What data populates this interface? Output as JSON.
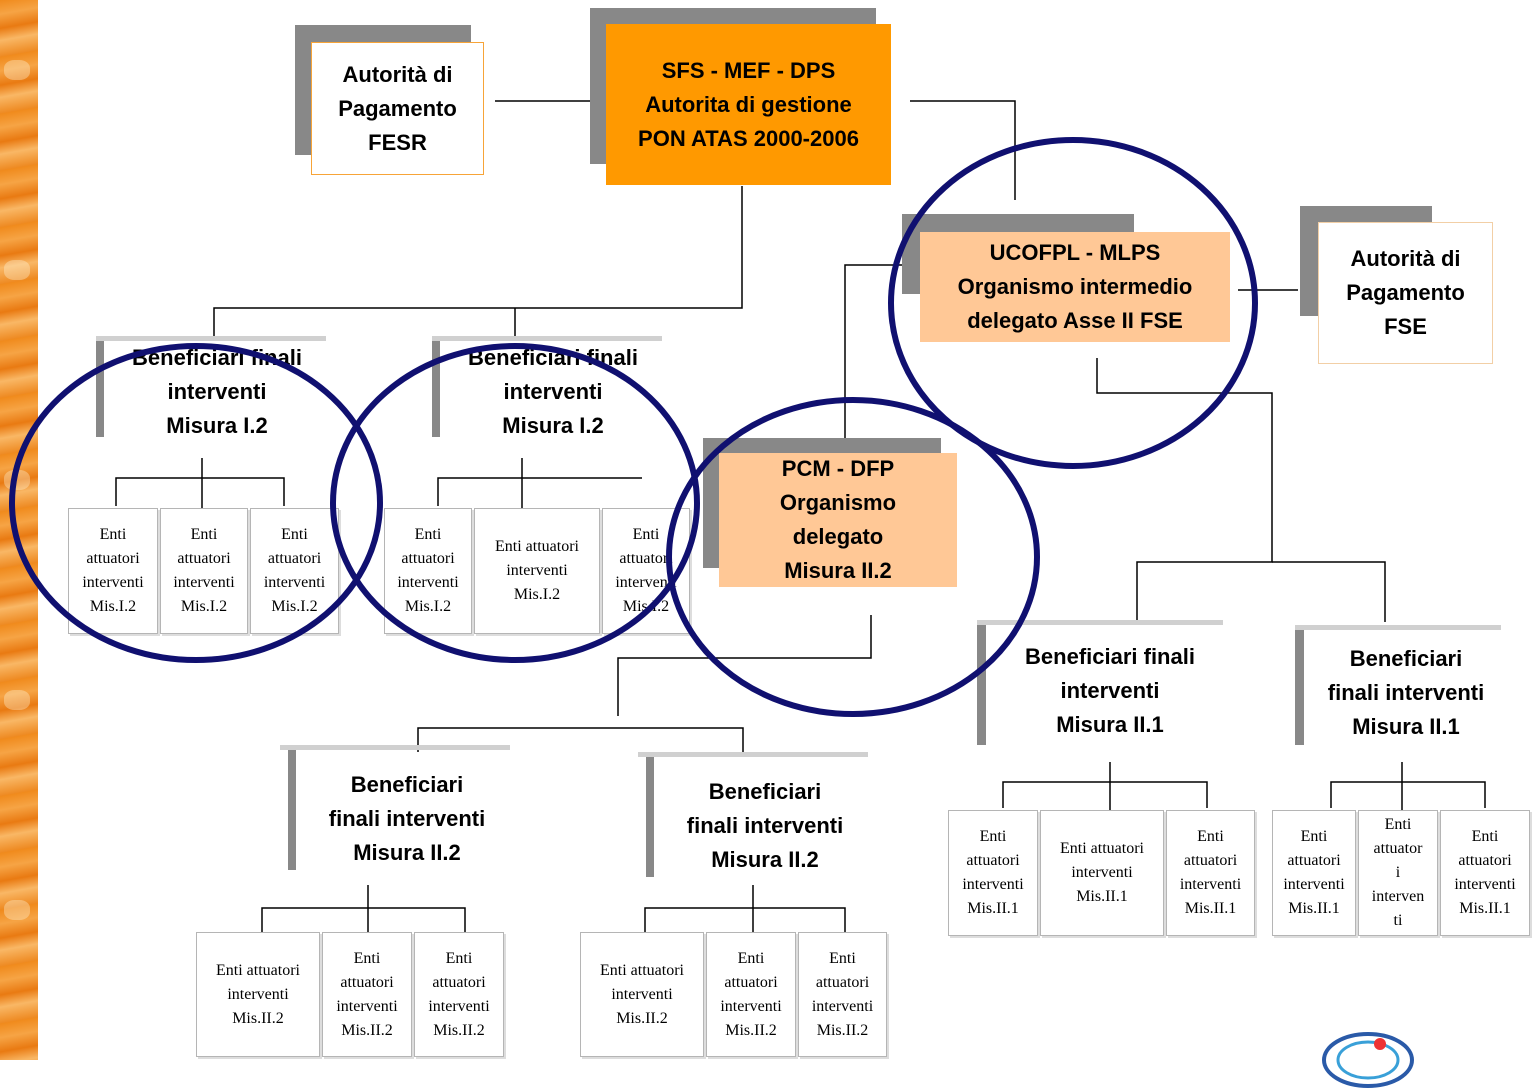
{
  "top": {
    "authority_fesr": "Autorità di\nPagamento\nFESR",
    "management": "SFS - MEF - DPS\nAutorita di gestione\nPON ATAS 2000-2006",
    "ucofpl": "UCOFPL - MLPS\nOrganismo intermedio\ndelegato Asse II FSE",
    "authority_fse": "Autorità di\nPagamento\nFSE",
    "pcm": "PCM - DFP\nOrganismo\ndelegato\nMisura II.2"
  },
  "beneficiari": {
    "b1": "Beneficiari finali\ninterventi\nMisura I.2",
    "b2": "Beneficiari finali\ninterventi\nMisura I.2",
    "b3": "Beneficiari\nfinali interventi\nMisura II.2",
    "b4": "Beneficiari\nfinali interventi\nMisura II.2",
    "b5": "Beneficiari finali\ninterventi\nMisura II.1",
    "b6": "Beneficiari\nfinali interventi\nMisura II.1"
  },
  "enti": {
    "g1": [
      "Enti\nattuatori\ninterventi\nMis.I.2",
      "Enti\nattuatori\ninterventi\nMis.I.2",
      "Enti\nattuatori\ninterventi\nMis.I.2"
    ],
    "g2": [
      "Enti\nattuatori\ninterventi\nMis.I.2",
      "Enti attuatori\ninterventi\nMis.I.2",
      "Enti\nattuatori\ninterventi\nMis.I.2"
    ],
    "g3": [
      "Enti attuatori\ninterventi\nMis.II.2",
      "Enti\nattuatori\ninterventi\nMis.II.2",
      "Enti\nattuatori\ninterventi\nMis.II.2"
    ],
    "g4": [
      "Enti attuatori\ninterventi\nMis.II.2",
      "Enti\nattuatori\ninterventi\nMis.II.2",
      "Enti\nattuatori\ninterventi\nMis.II.2"
    ],
    "g5": [
      "Enti\nattuatori\ninterventi\nMis.II.1",
      "Enti attuatori\ninterventi\nMis.II.1",
      "Enti\nattuatori\ninterventi\nMis.II.1"
    ],
    "g6": [
      "Enti\nattuatori\ninterventi\nMis.II.1",
      "Enti\nattuator\ni\ninterven\nti",
      "Enti\nattuatori\ninterventi\nMis.II.1"
    ]
  },
  "colors": {
    "management": "#ff9900",
    "delegated": "#ffc896",
    "circle": "#101070",
    "shadow": "#888888",
    "strip": "#f08a1c"
  }
}
